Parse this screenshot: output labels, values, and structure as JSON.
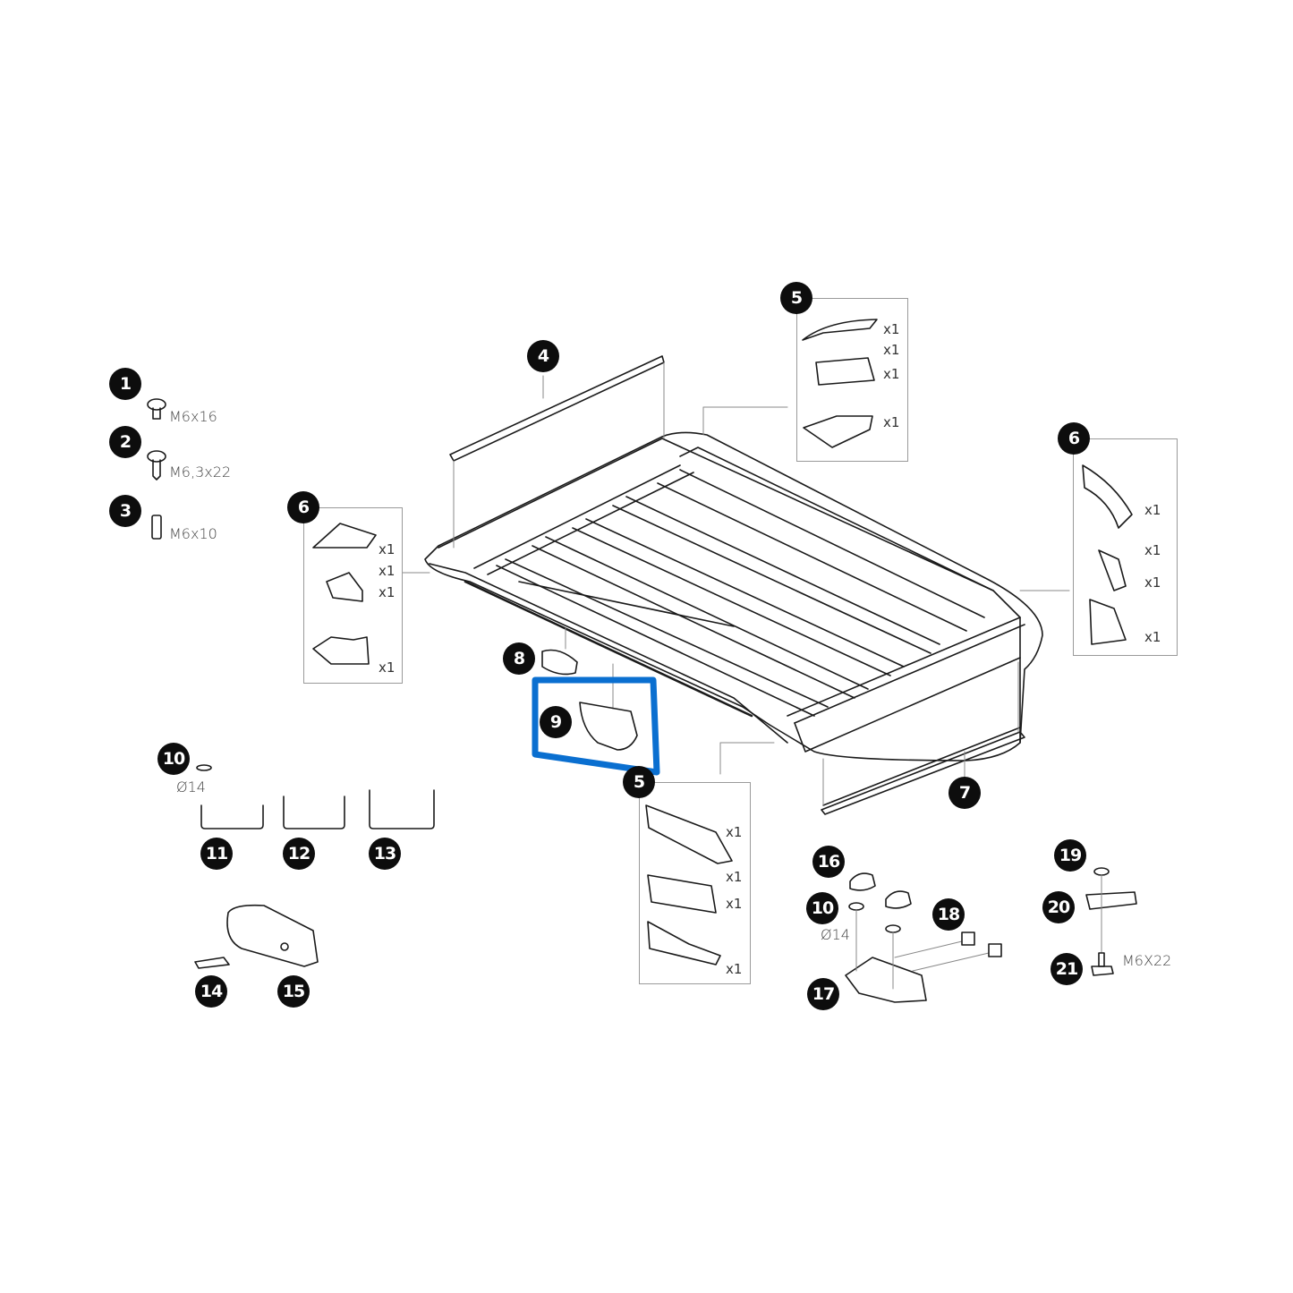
{
  "diagram": {
    "type": "exploded-parts-diagram",
    "subject": "roof rack / cargo basket",
    "highlight_color": "#0a6fd0",
    "highlighted_part": "9",
    "parts": [
      {
        "id": "1",
        "label": "1",
        "spec": "M6x16"
      },
      {
        "id": "2",
        "label": "2",
        "spec": "M6,3x22"
      },
      {
        "id": "3",
        "label": "3",
        "spec": "M6x10"
      },
      {
        "id": "4",
        "label": "4"
      },
      {
        "id": "5a",
        "label": "5",
        "qty": [
          "x1",
          "x1",
          "x1",
          "x1"
        ]
      },
      {
        "id": "5b",
        "label": "5",
        "qty": [
          "x1",
          "x1",
          "x1",
          "x1"
        ]
      },
      {
        "id": "6a",
        "label": "6",
        "qty": [
          "x1",
          "x1",
          "x1",
          "x1"
        ]
      },
      {
        "id": "6b",
        "label": "6",
        "qty": [
          "x1",
          "x1",
          "x1",
          "x1"
        ]
      },
      {
        "id": "7",
        "label": "7"
      },
      {
        "id": "8",
        "label": "8"
      },
      {
        "id": "9",
        "label": "9"
      },
      {
        "id": "10a",
        "label": "10",
        "spec": "Ø14"
      },
      {
        "id": "10b",
        "label": "10",
        "spec": "Ø14"
      },
      {
        "id": "11",
        "label": "11"
      },
      {
        "id": "12",
        "label": "12"
      },
      {
        "id": "13",
        "label": "13"
      },
      {
        "id": "14",
        "label": "14"
      },
      {
        "id": "15",
        "label": "15"
      },
      {
        "id": "16",
        "label": "16"
      },
      {
        "id": "17",
        "label": "17"
      },
      {
        "id": "18",
        "label": "18"
      },
      {
        "id": "19",
        "label": "19"
      },
      {
        "id": "20",
        "label": "20"
      },
      {
        "id": "21",
        "label": "21",
        "spec": "M6X22"
      }
    ]
  }
}
